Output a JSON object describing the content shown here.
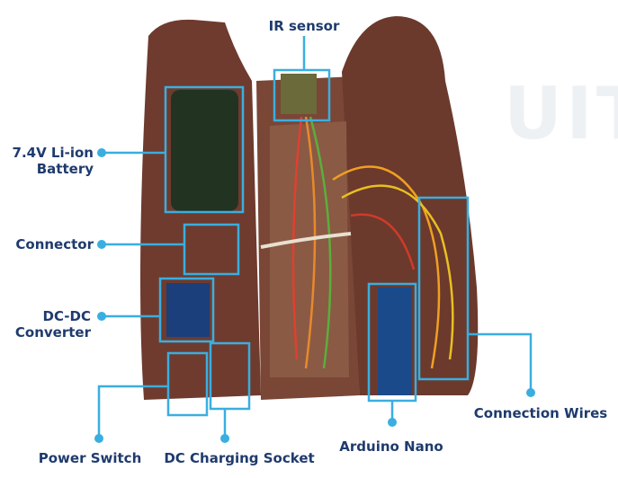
{
  "labels": {
    "ir_sensor": "IR sensor",
    "battery_line1": "7.4V Li-ion",
    "battery_line2": "Battery",
    "connector": "Connector",
    "dcdc_line1": "DC-DC",
    "dcdc_line2": "Converter",
    "power_switch": "Power Switch",
    "dc_charging_socket": "DC Charging Socket",
    "arduino_nano": "Arduino Nano",
    "connection_wires": "Connection Wires"
  },
  "colors": {
    "label_text": "#1f3b6d",
    "callout": "#3aaee0",
    "enclosure": "#6e3b2e",
    "inner": "#8a5a45"
  }
}
